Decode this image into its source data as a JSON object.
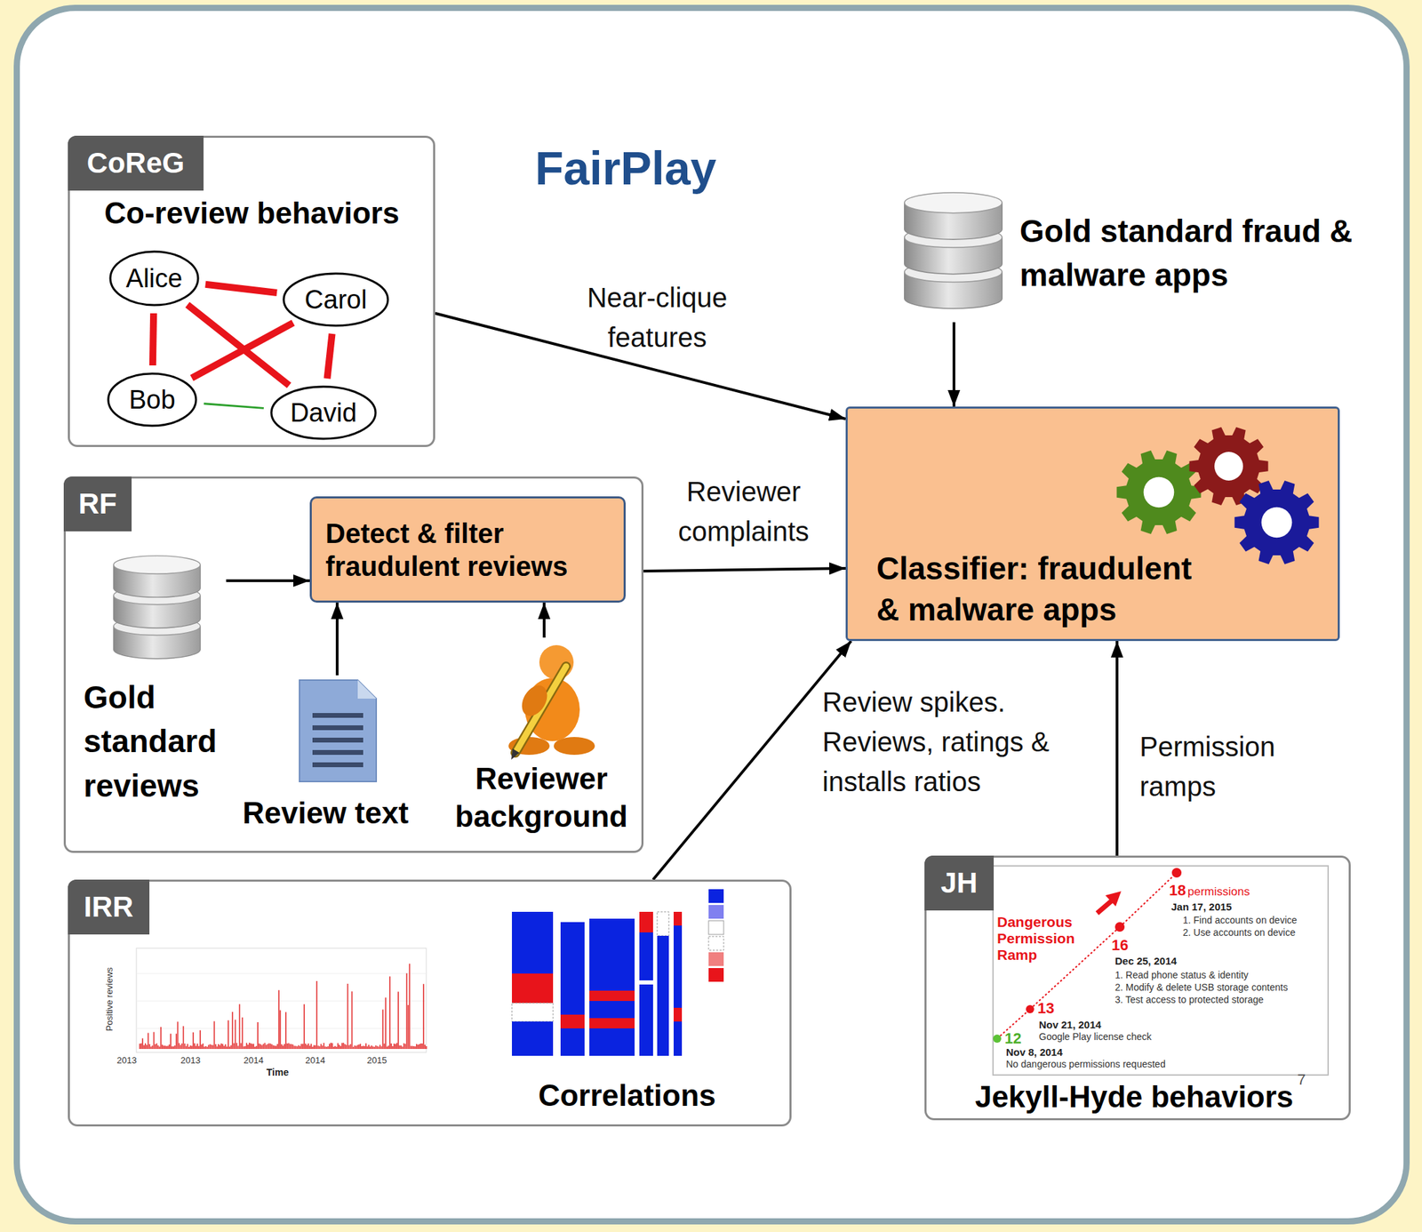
{
  "diagram": {
    "title": "FairPlay",
    "nodes": [
      {
        "text": [
          "CoReG",
          "Co-review behaviors"
        ]
      },
      {
        "text": [
          "Alice"
        ],
        "in": 0
      },
      {
        "text": [
          "Carol"
        ],
        "in": 0
      },
      {
        "text": [
          "Bob"
        ],
        "in": 0
      },
      {
        "text": [
          "David"
        ],
        "in": 0
      },
      {
        "text": [
          "Gold standard fraud & malware apps"
        ]
      },
      {
        "text": [
          "Classifier: fraudulent & malware apps"
        ]
      },
      {
        "text": [
          "RF"
        ]
      },
      {
        "text": [
          "Detect & filter fraudulent reviews"
        ],
        "in": 7
      },
      {
        "text": [
          "Gold standard reviews"
        ],
        "in": 7
      },
      {
        "text": [
          "Review text"
        ],
        "in": 7
      },
      {
        "text": [
          "Reviewer background"
        ],
        "in": 7
      },
      {
        "text": [
          "IRR",
          "Correlations"
        ]
      },
      {
        "text": [
          "JH",
          "Jekyll-Hyde behaviors"
        ]
      }
    ],
    "edges": [
      {
        "from": 1,
        "to": 2,
        "arrow": "none"
      },
      {
        "from": 1,
        "to": 3,
        "arrow": "none"
      },
      {
        "from": 1,
        "to": 4,
        "arrow": "none"
      },
      {
        "from": 3,
        "to": 2,
        "arrow": "none"
      },
      {
        "from": 2,
        "to": 4,
        "arrow": "none"
      },
      {
        "from": 3,
        "to": 4,
        "arrow": "none"
      },
      {
        "from": 0,
        "to": 6,
        "label": "Near-clique features",
        "arrow": "to"
      },
      {
        "from": 5,
        "to": 6,
        "arrow": "to"
      },
      {
        "from": 9,
        "to": 8,
        "arrow": "to"
      },
      {
        "from": 10,
        "to": 8,
        "arrow": "to"
      },
      {
        "from": 11,
        "to": 8,
        "arrow": "to"
      },
      {
        "from": 7,
        "to": 6,
        "label": "Reviewer complaints",
        "arrow": "to"
      },
      {
        "from": 12,
        "to": 6,
        "label": "Review spikes. Reviews, ratings & installs ratios",
        "arrow": "to"
      },
      {
        "from": 13,
        "to": 6,
        "label": "Permission ramps",
        "arrow": "to"
      }
    ],
    "labels": [
      "Positive reviews",
      "2013",
      "2013",
      "2014",
      "2014",
      "2015",
      "Time",
      "Dangerous Permission Ramp",
      "18",
      "permissions",
      "Jan 17, 2015",
      "1. Find accounts on device",
      "2. Use accounts on device",
      "16",
      "Dec 25, 2014",
      "1. Read phone status & identity",
      "2. Modify & delete USB storage contents",
      "3. Test access to protected storage",
      "13",
      "Nov 21, 2014",
      "Google Play license check",
      "12",
      "Nov 8, 2014",
      "No dangerous permissions requested",
      "7"
    ]
  }
}
